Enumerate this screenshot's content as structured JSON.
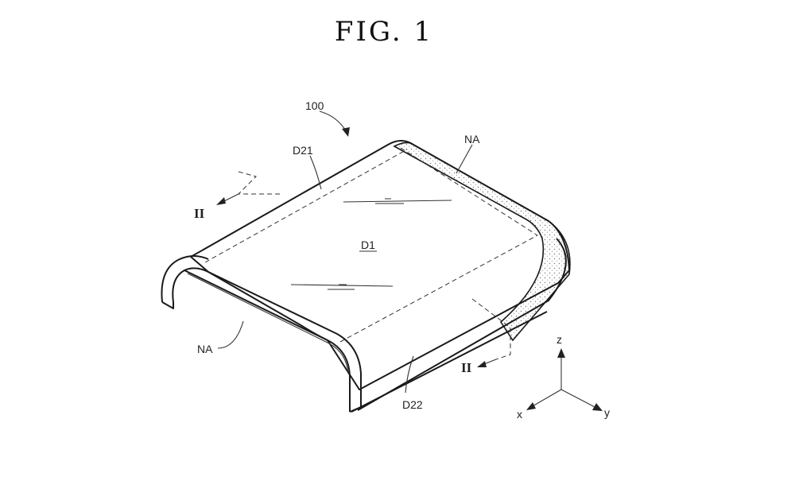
{
  "figure": {
    "title": "FIG. 1"
  },
  "labels": {
    "device": "100",
    "region_d21": "D21",
    "region_d1": "D1",
    "region_d22": "D22",
    "non_active_top": "NA",
    "non_active_left": "NA",
    "section_left": "II",
    "section_right": "II"
  },
  "axes": {
    "z": "z",
    "y": "y",
    "x": "x"
  }
}
